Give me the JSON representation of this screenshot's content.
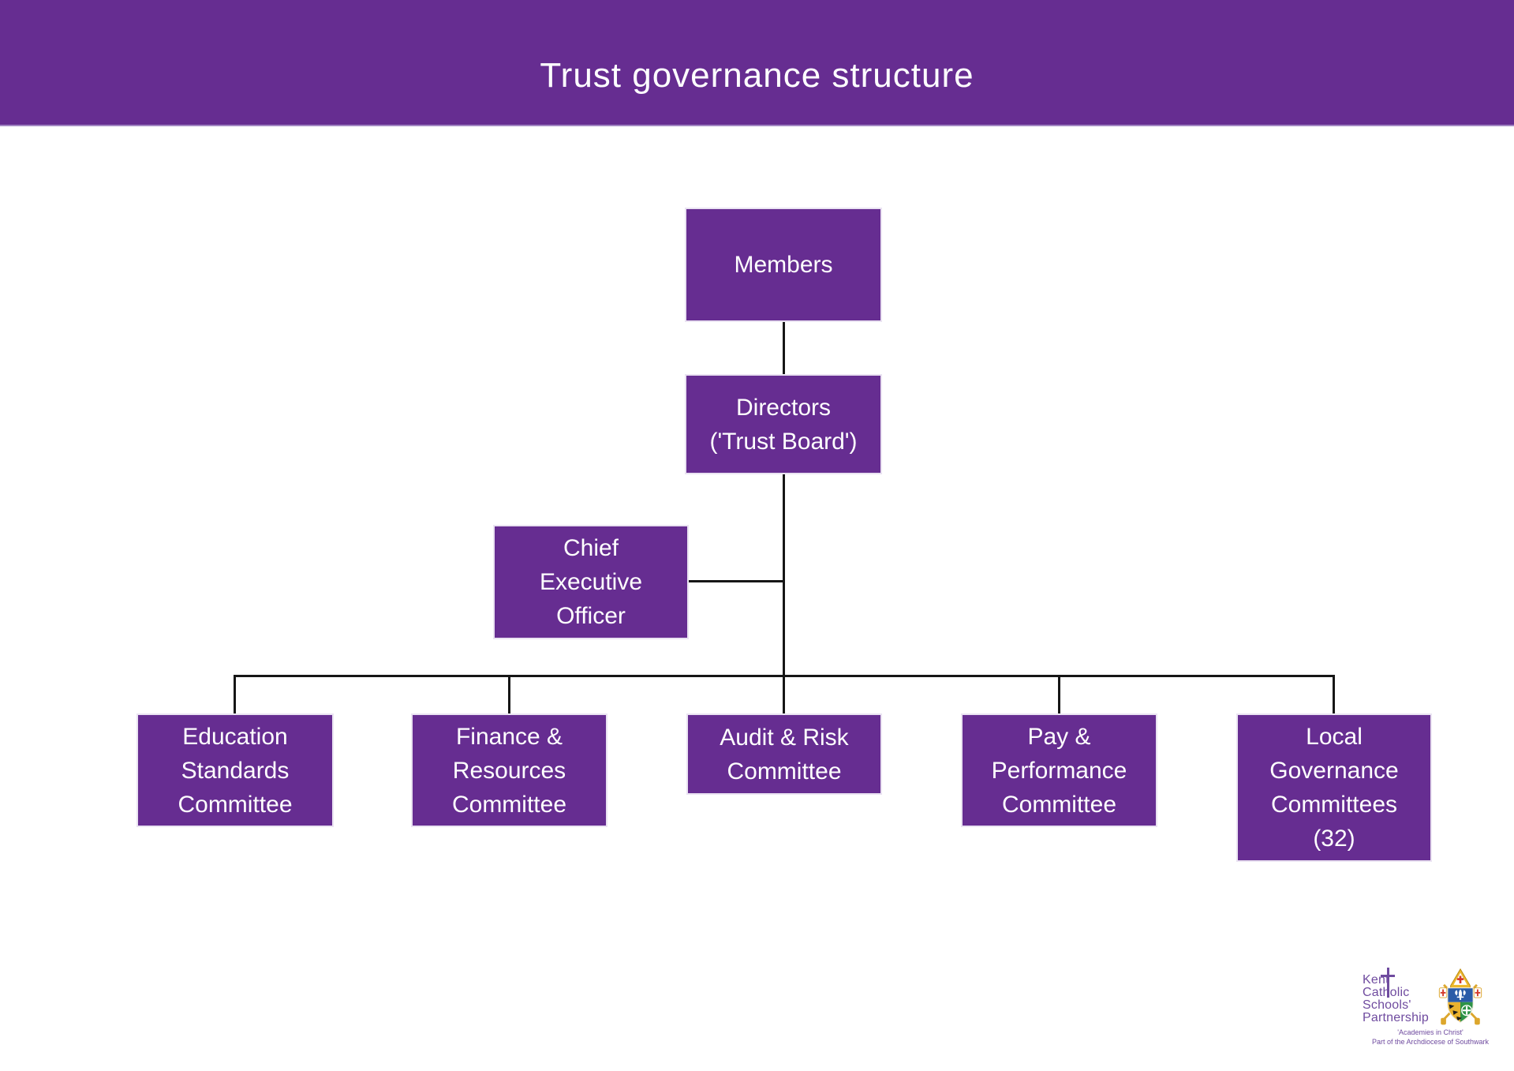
{
  "header": {
    "title": "Trust governance structure"
  },
  "colors": {
    "brand_purple": "#662d91",
    "header_bg": "#662d91",
    "node_bg": "#662d91",
    "node_text": "#ffffff",
    "connector": "#161616",
    "logo_purple": "#6f4b9f",
    "page_bg": "#ffffff"
  },
  "org_chart": {
    "nodes": {
      "members": {
        "label": [
          "Members"
        ]
      },
      "directors": {
        "label": [
          "Directors",
          "('Trust Board')"
        ]
      },
      "ceo": {
        "label": [
          "Chief",
          "Executive",
          "Officer"
        ]
      },
      "education": {
        "label": [
          "Education",
          "Standards",
          "Committee"
        ]
      },
      "finance": {
        "label": [
          "Finance &",
          "Resources",
          "Committee"
        ]
      },
      "audit": {
        "label": [
          "Audit & Risk",
          "Committee"
        ]
      },
      "pay": {
        "label": [
          "Pay &",
          "Performance",
          "Committee"
        ]
      },
      "local": {
        "label": [
          "Local",
          "Governance",
          "Committees",
          "(32)"
        ]
      }
    },
    "edges": [
      [
        "Members",
        "Directors ('Trust Board')"
      ],
      [
        "Directors ('Trust Board')",
        "Chief Executive Officer"
      ],
      [
        "Directors ('Trust Board')",
        "Education Standards Committee"
      ],
      [
        "Directors ('Trust Board')",
        "Finance & Resources Committee"
      ],
      [
        "Directors ('Trust Board')",
        "Audit & Risk Committee"
      ],
      [
        "Directors ('Trust Board')",
        "Pay & Performance Committee"
      ],
      [
        "Directors ('Trust Board')",
        "Local Governance Committees (32)"
      ]
    ]
  },
  "logo": {
    "org_name_lines": [
      "Kent",
      "Catholic",
      "Schools'",
      "Partnership"
    ],
    "tagline_line1": "'Academies in Christ'",
    "tagline_line2": "Part of the Archdiocese of Southwark"
  }
}
